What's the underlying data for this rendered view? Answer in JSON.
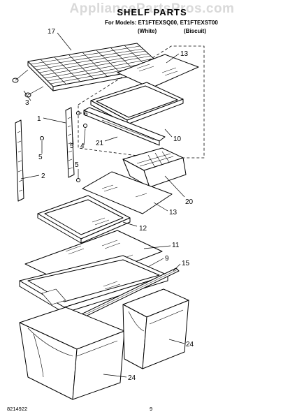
{
  "header": {
    "watermark": "AppliancePartsPros.com",
    "title": "SHELF PARTS",
    "models_line": "For Models: ET1FTEXSQ00, ET1FTEXST00",
    "variant_white": "(White)",
    "variant_biscuit": "(Biscuit)"
  },
  "callouts": {
    "c17": "17",
    "c13a": "13",
    "c3": "3",
    "c1": "1",
    "c6": "6",
    "c5a": "5",
    "c5b": "5",
    "c4": "4",
    "c21": "21",
    "c10": "10",
    "c2": "2",
    "c5c": "5",
    "c20": "20",
    "c13b": "13",
    "c12": "12",
    "c11": "11",
    "c9": "9",
    "c15": "15",
    "c24a": "24",
    "c24b": "24"
  },
  "footer": {
    "doc_number": "8214922",
    "page_number": "9"
  },
  "colors": {
    "line": "#000000",
    "watermark": "#d9d9d9",
    "background": "#ffffff"
  }
}
